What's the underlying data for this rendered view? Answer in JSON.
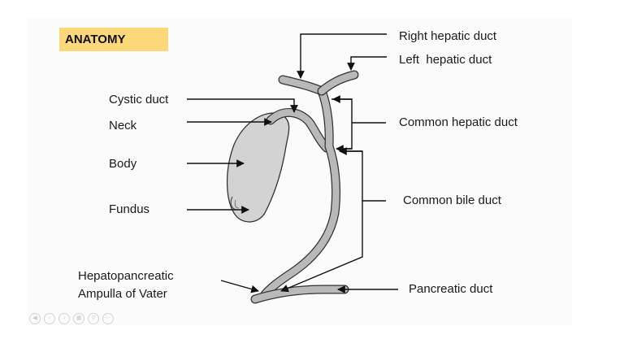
{
  "title": "ANATOMY",
  "labels": {
    "right_hepatic_duct": "Right hepatic duct",
    "left_hepatic_duct": "Left  hepatic duct",
    "cystic_duct": "Cystic duct",
    "neck": "Neck",
    "body": "Body",
    "fundus": "Fundus",
    "common_hepatic_duct": "Common hepatic duct",
    "common_bile_duct": "Common bile duct",
    "ampulla_line1": "Hepatopancreatic",
    "ampulla_line2": "Ampulla of Vater",
    "pancreatic_duct": "Pancreatic duct"
  },
  "colors": {
    "title_badge": "#fbd87a",
    "duct_fill": "#b9b9b9",
    "gallbladder_fill": "#d3d3d3",
    "outline": "#333333"
  },
  "player_controls": [
    "rewind-icon",
    "prev-icon",
    "next-icon",
    "grid-icon",
    "zoom-icon",
    "more-icon"
  ]
}
